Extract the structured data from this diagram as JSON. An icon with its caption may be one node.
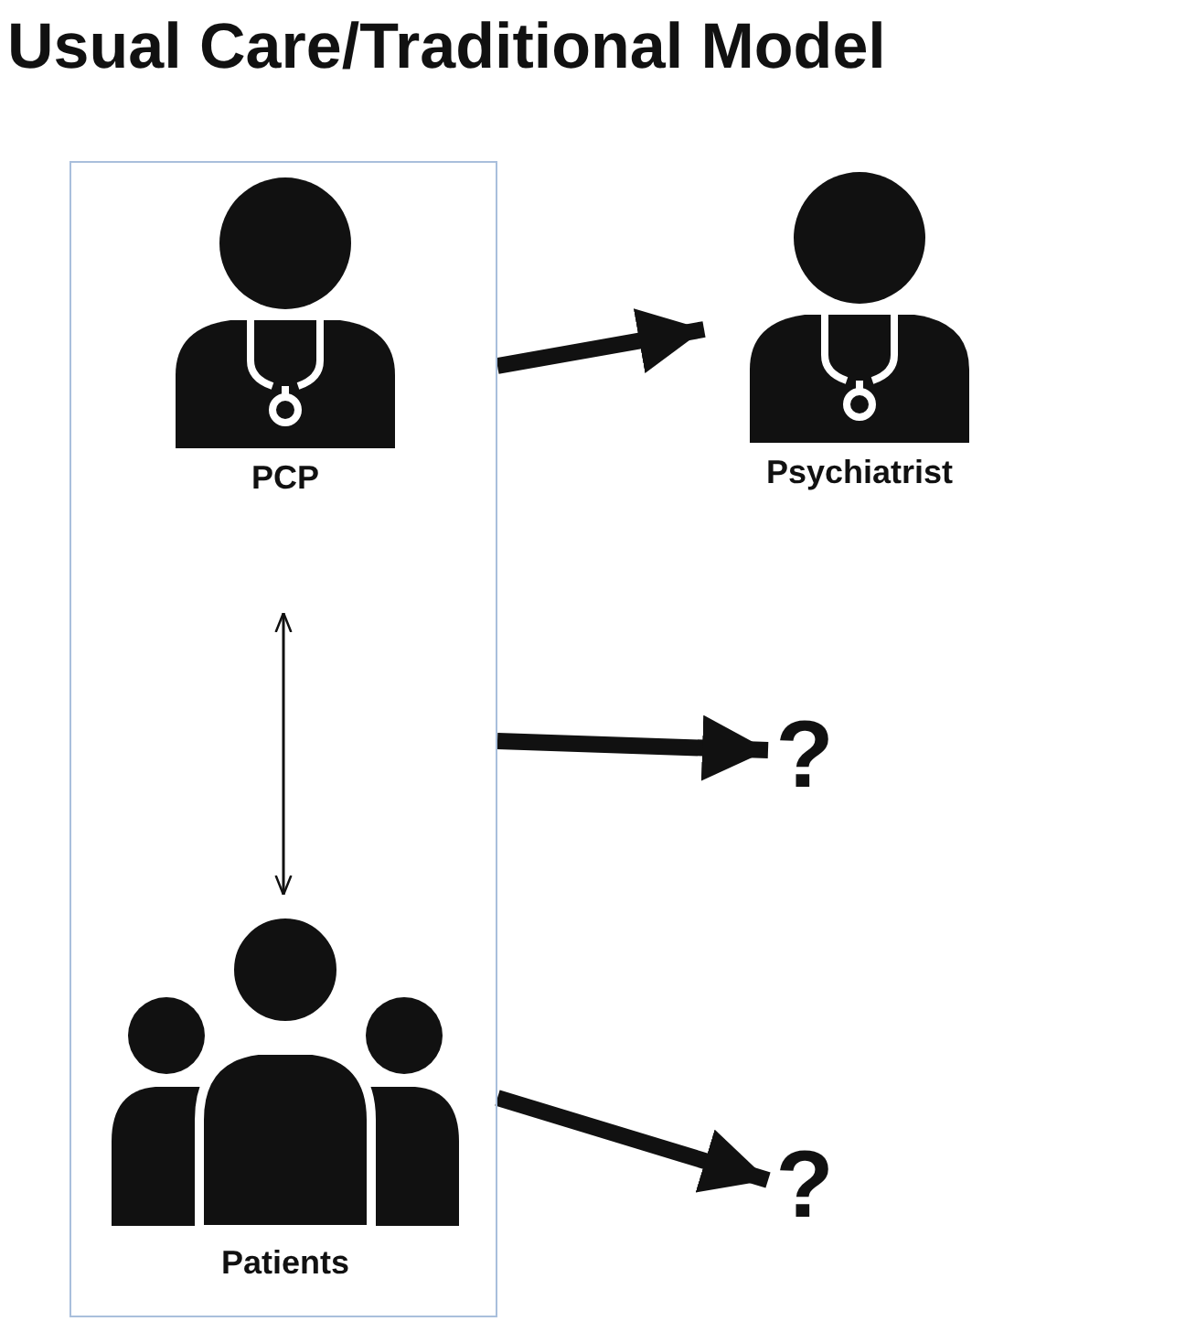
{
  "diagram": {
    "title": "Usual Care/Traditional Model",
    "nodes": [
      {
        "text": [],
        "shape": "box"
      },
      {
        "text": [
          "PCP"
        ],
        "in": 0
      },
      {
        "text": [
          "Patients"
        ],
        "in": 0
      },
      {
        "text": [
          "Psychiatrist"
        ]
      },
      {
        "text": [
          "?"
        ]
      },
      {
        "text": [
          "?"
        ]
      }
    ],
    "edges": [
      {
        "from": 1,
        "to": 2,
        "arrow": "both"
      },
      {
        "from": 0,
        "to": 3,
        "arrow": "to"
      },
      {
        "from": 0,
        "to": 4,
        "arrow": "to"
      },
      {
        "from": 0,
        "to": 5,
        "arrow": "to"
      }
    ]
  }
}
